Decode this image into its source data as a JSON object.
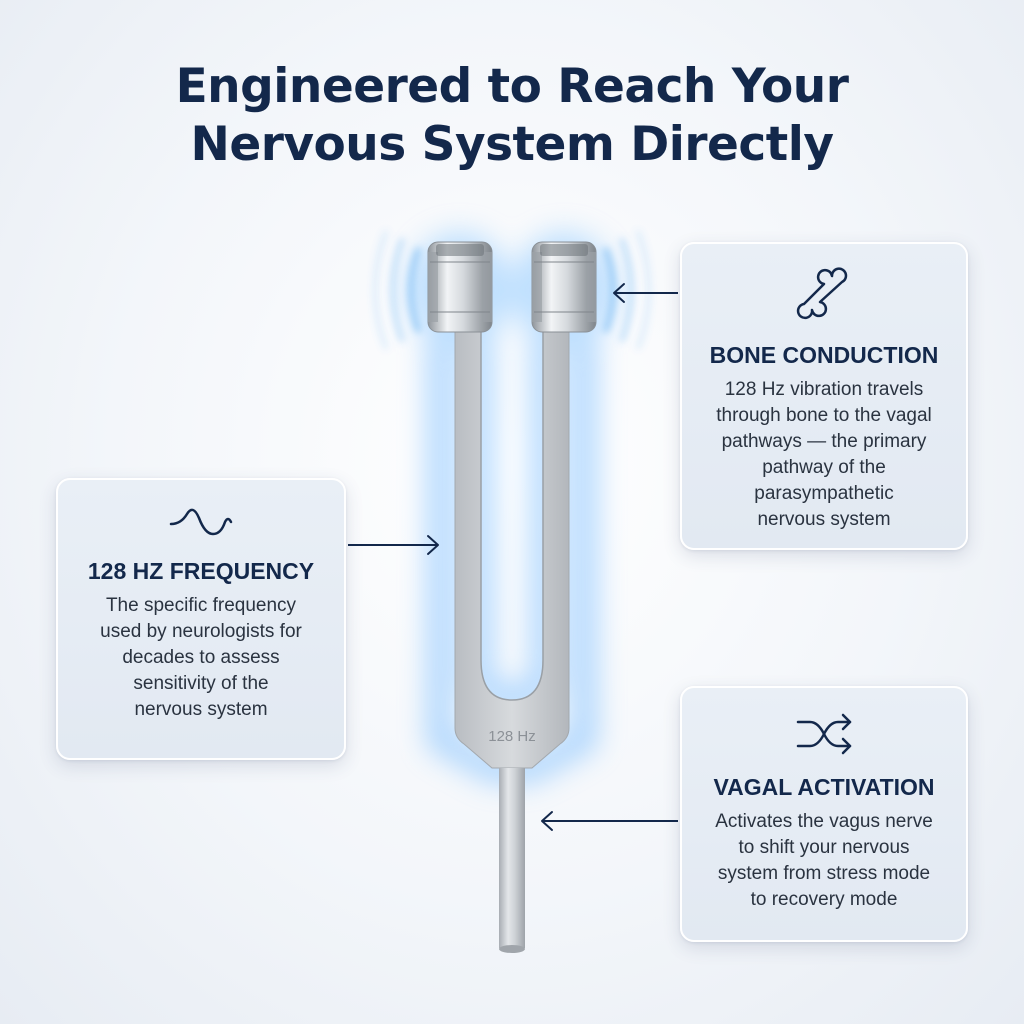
{
  "headline": {
    "line1": "Engineered to Reach Your",
    "line2": "Nervous System Directly"
  },
  "tuning_fork": {
    "engraving": "128 Hz"
  },
  "cards": {
    "bone_conduction": {
      "icon": "bone-icon",
      "title": "BONE CONDUCTION",
      "body": [
        "128 Hz vibration travels",
        "through bone to the vagal",
        "pathways — the primary",
        "pathway of the",
        "parasympathetic",
        "nervous system"
      ]
    },
    "frequency": {
      "icon": "wave-icon",
      "title": "128 HZ FREQUENCY",
      "body": [
        "The specific frequency",
        "used by neurologists for",
        "decades to assess",
        "sensitivity of the",
        "nervous system"
      ]
    },
    "vagal_activation": {
      "icon": "shuffle-icon",
      "title": "VAGAL ACTIVATION",
      "body": [
        "Activates the vagus nerve",
        "to shift your nervous",
        "system from stress mode",
        "to recovery mode"
      ]
    }
  },
  "colors": {
    "navy": "#13284b",
    "card_bg": "#e6ecf4",
    "glow": "#8ec9ff",
    "metal": "#c9cdd2"
  }
}
